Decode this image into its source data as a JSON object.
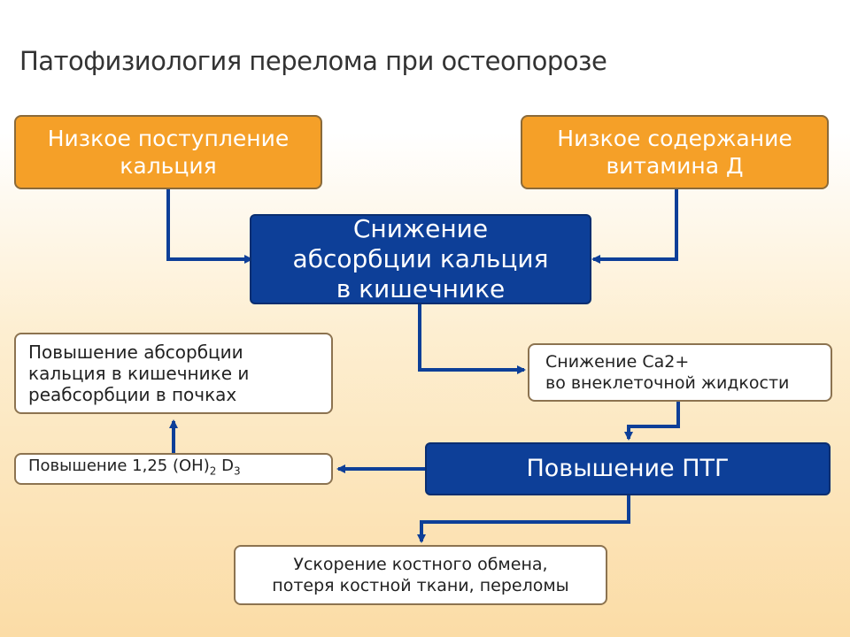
{
  "title": "Патофизиология перелома при остеопорозе",
  "nodes": {
    "low_calcium": {
      "line1": "Низкое поступление",
      "line2": "кальция"
    },
    "low_vitd": {
      "line1": "Низкое содержание",
      "line2": "витамина Д"
    },
    "absorption_down": {
      "line1": "Снижение",
      "line2": "абсорбции кальция",
      "line3": "в кишечнике"
    },
    "ca_down": {
      "line1": "Снижение Ca2+",
      "line2": "во внеклеточной жидкости"
    },
    "pth_up": {
      "label": "Повышение ПТГ"
    },
    "calcitriol_up": {
      "prefix": "Повышение 1,25 (OH)",
      "sub1": "2",
      "mid": " D",
      "sub2": "3"
    },
    "reabsorption_up": {
      "line1": "Повышение абсорбции",
      "line2": "кальция в кишечнике и",
      "line3": "реабсорбции в почках"
    },
    "bone_turnover": {
      "line1": "Ускорение костного обмена,",
      "line2": "потеря костной ткани, переломы"
    }
  },
  "colors": {
    "orange": "#f5a028",
    "blue": "#0d3f98",
    "arrow": "#0d3f98"
  }
}
